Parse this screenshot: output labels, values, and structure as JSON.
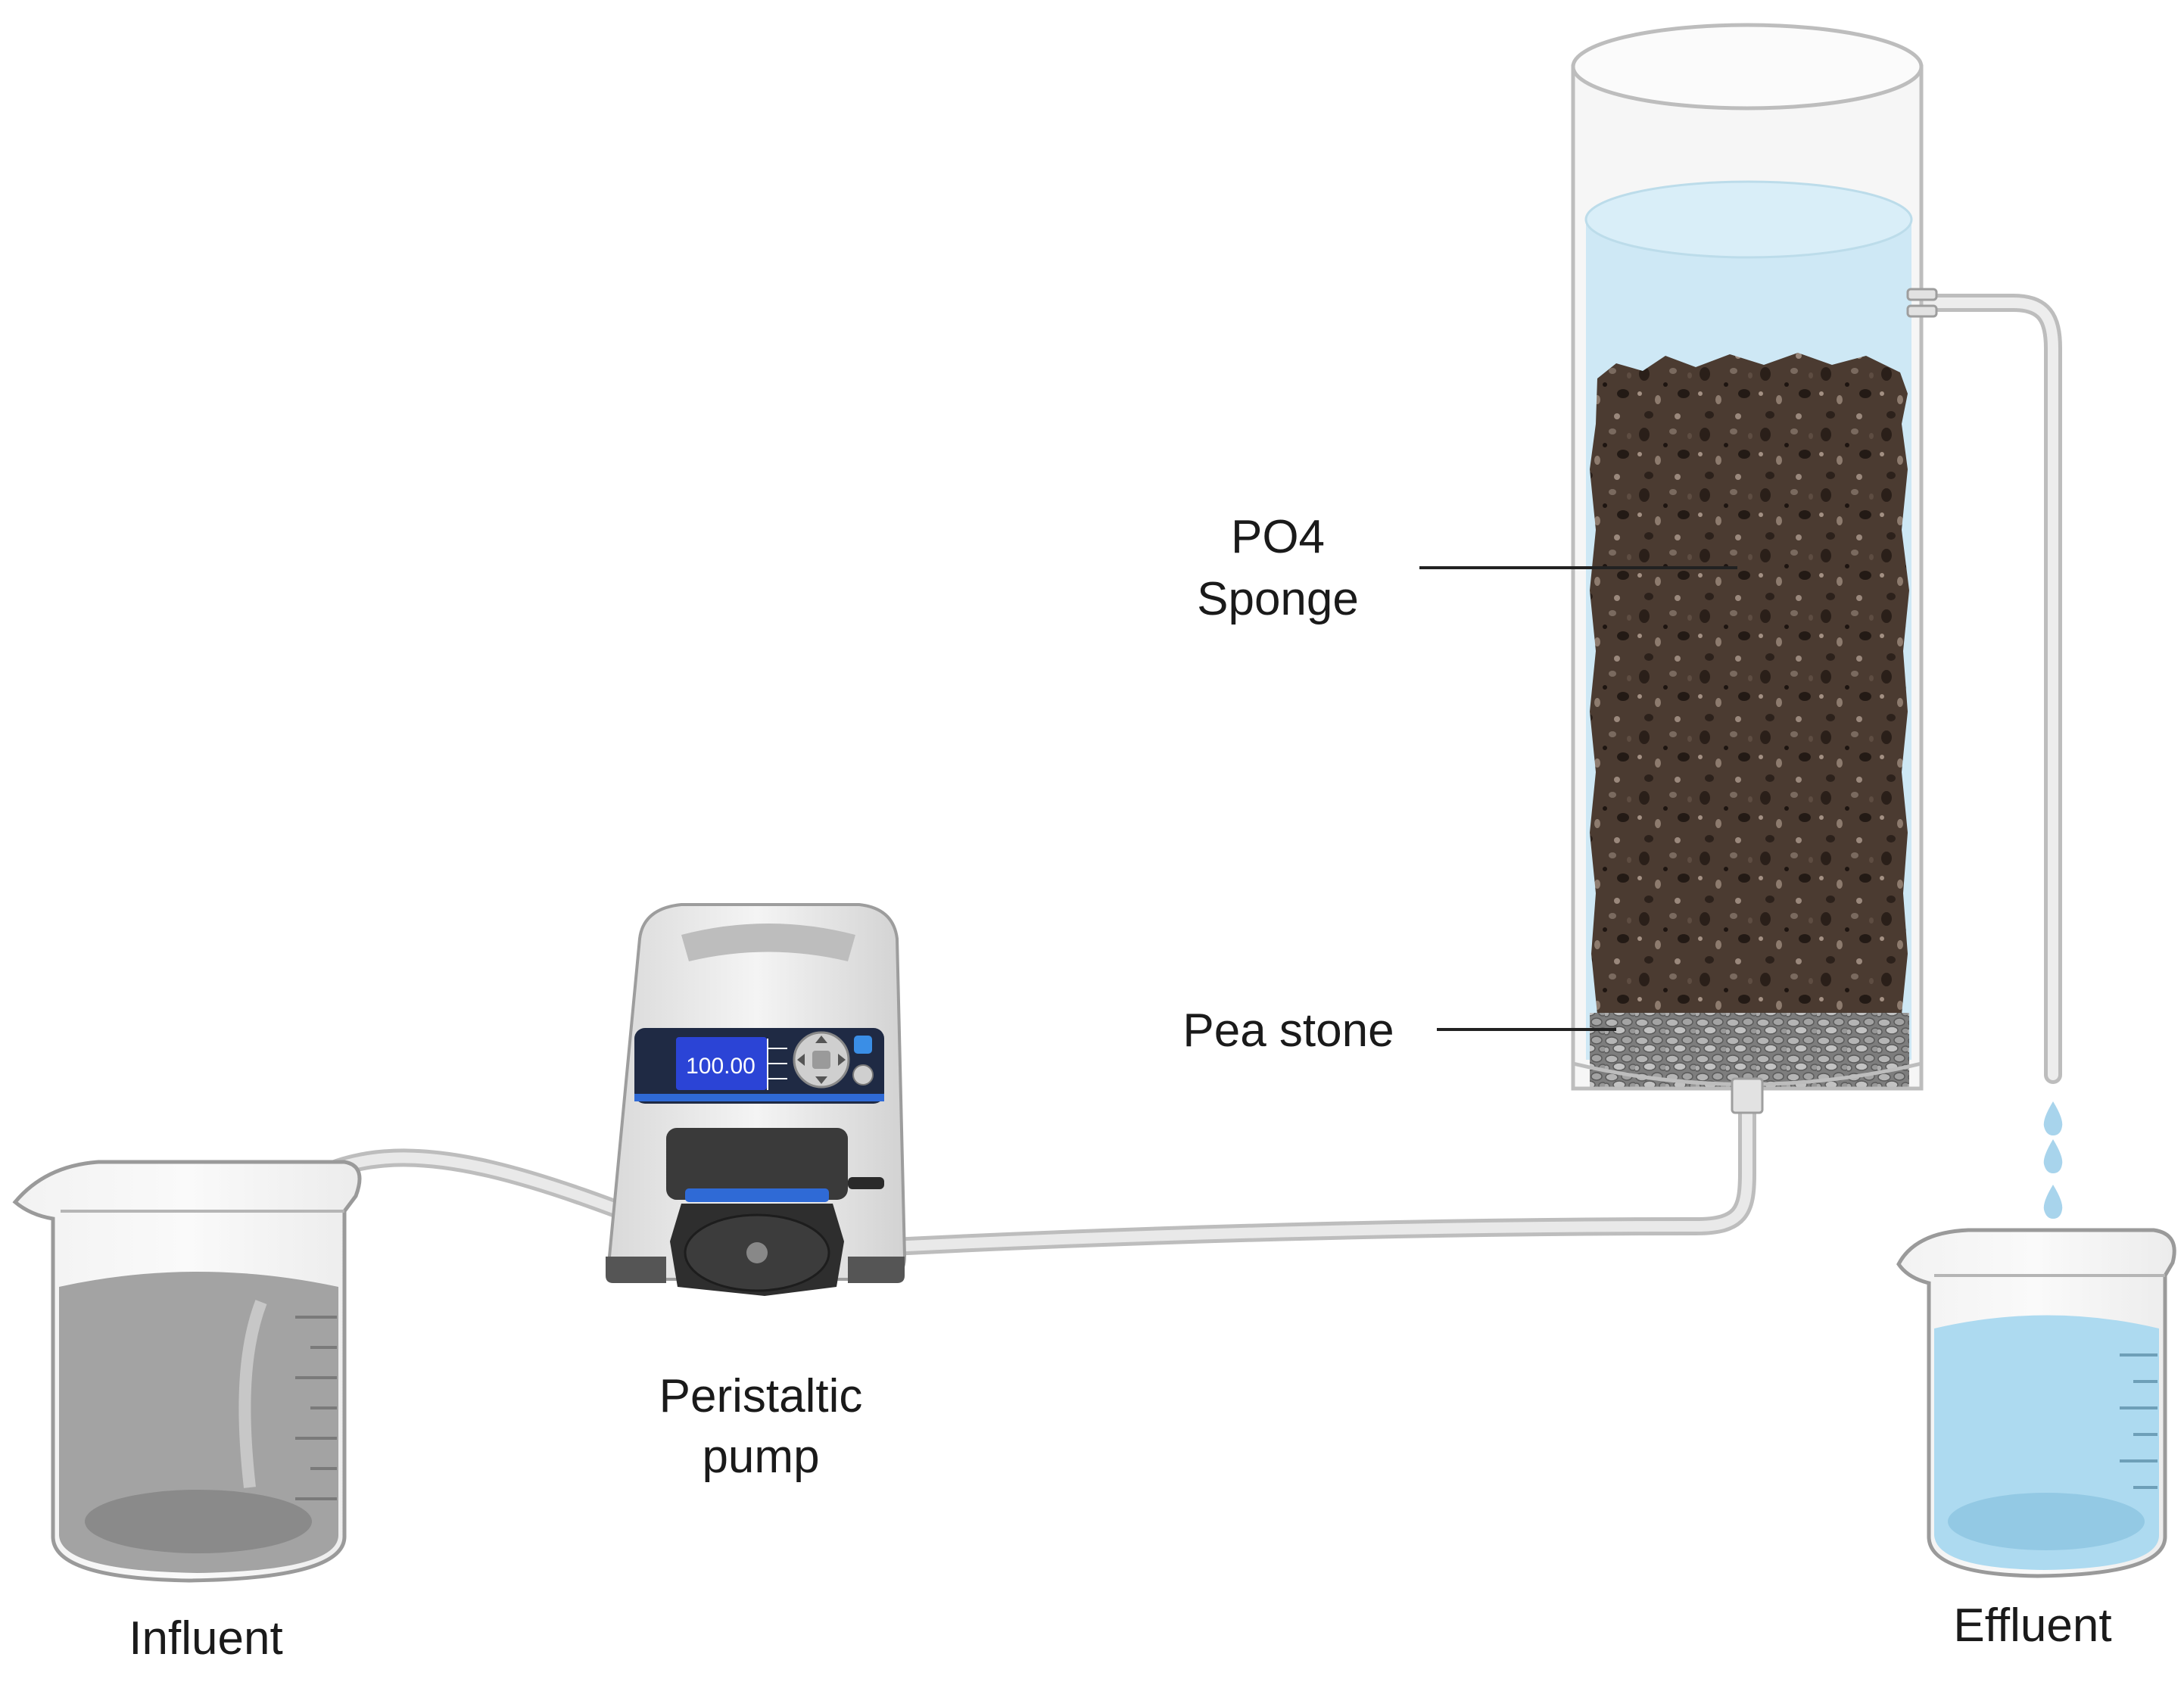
{
  "labels": {
    "influent": "Influent",
    "pump_line1": "Peristaltic",
    "pump_line2": "pump",
    "sponge_line1": "PO4",
    "sponge_line2": "Sponge",
    "pea_stone": "Pea stone",
    "effluent": "Effluent"
  },
  "pump": {
    "display_value": "100.00"
  },
  "colors": {
    "background": "#ffffff",
    "influent_liquid": "#9c9c9c",
    "effluent_liquid": "#a9d8ef",
    "column_water": "#cfe9f5",
    "sponge": "#4a3a30",
    "pea_stone": "#8a8a8a",
    "tubing": "#dcdcdc",
    "pump_body": "#e8e8e8",
    "pump_head": "#3b3b3b",
    "display": "#2a3fc8"
  },
  "icons": {
    "beaker": "beaker-icon",
    "pump": "peristaltic-pump-icon",
    "column": "filter-column-icon",
    "droplet": "water-droplet-icon"
  }
}
